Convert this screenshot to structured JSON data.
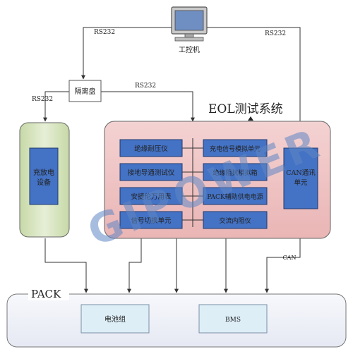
{
  "pc": {
    "label": "工控机"
  },
  "links": {
    "pc_left": "RS232",
    "pc_right": "RS232",
    "isolator_left": "RS232",
    "isolator_right": "RS232",
    "can": "CAN"
  },
  "isolator": {
    "label": "隔离盘"
  },
  "charger": {
    "label_line1": "充放电",
    "label_line2": "设备"
  },
  "eol": {
    "title": "EOL测试系统",
    "left_instruments": [
      "绝缘耐压仪",
      "接地导通测试仪",
      "安捷伦万用表",
      "信号切换单元"
    ],
    "right_instruments": [
      "充电信号模拟单元",
      "绝缘阻抗模拟箱",
      "PACK辅助供电电源",
      "交流内阻仪"
    ],
    "can_unit_line1": "CAN通讯",
    "can_unit_line2": "单元"
  },
  "pack": {
    "title": "PACK",
    "battery": "电池组",
    "bms": "BMS"
  },
  "watermark": "GIPOWER",
  "colors": {
    "charger_fill": "#dde9c6",
    "eol_fill": "#f2c9c9",
    "box_blue": "#4472c4",
    "pack_fill": "#f3f4f9",
    "pack_inner": "#ddeef7",
    "line": "#333333"
  }
}
